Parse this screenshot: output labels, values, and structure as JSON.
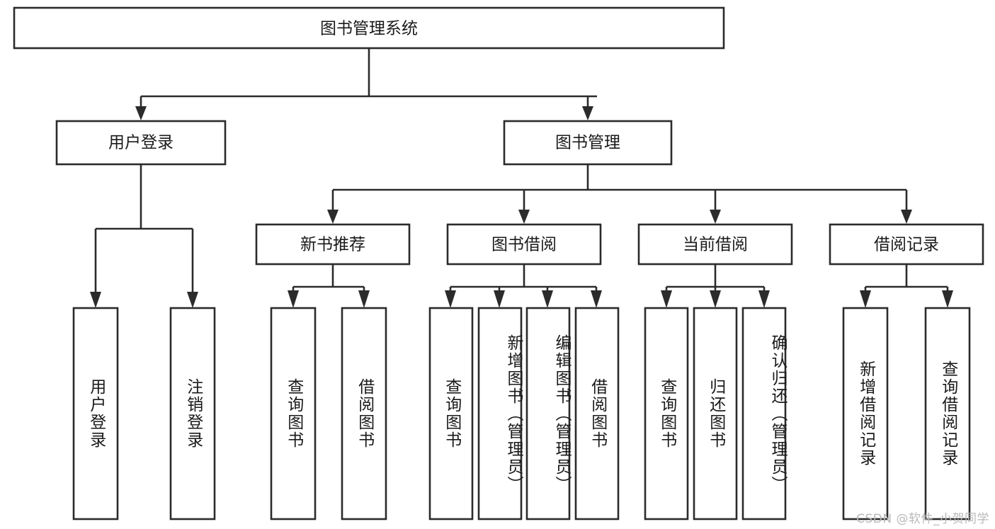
{
  "diagram": {
    "type": "tree",
    "title": "图书管理系统",
    "watermark": "CSDN @软件_小贺同学",
    "colors": {
      "box_stroke": "#2b2b2b",
      "box_fill": "#ffffff",
      "text": "#1a1a1a",
      "background": "#ffffff",
      "watermark": "#b9b9b9"
    },
    "root": {
      "label": "图书管理系统"
    },
    "level1": [
      {
        "label": "用户登录"
      },
      {
        "label": "图书管理"
      }
    ],
    "level2": [
      {
        "label": "新书推荐"
      },
      {
        "label": "图书借阅"
      },
      {
        "label": "当前借阅"
      },
      {
        "label": "借阅记录"
      }
    ],
    "leaves": {
      "user_login": [
        {
          "label": "用户登录"
        },
        {
          "label": "注销登录"
        }
      ],
      "new_book_recommend": [
        {
          "label": "查询图书"
        },
        {
          "label": "借阅图书"
        }
      ],
      "book_borrow": [
        {
          "label": "查询图书"
        },
        {
          "label": "新增图书（管理员）"
        },
        {
          "label": "编辑图书（管理员）"
        },
        {
          "label": "借阅图书"
        }
      ],
      "current_borrow": [
        {
          "label": "查询图书"
        },
        {
          "label": "归还图书"
        },
        {
          "label": "确认归还（管理员）"
        }
      ],
      "borrow_record": [
        {
          "label": "新增借阅记录"
        },
        {
          "label": "查询借阅记录"
        }
      ]
    }
  }
}
